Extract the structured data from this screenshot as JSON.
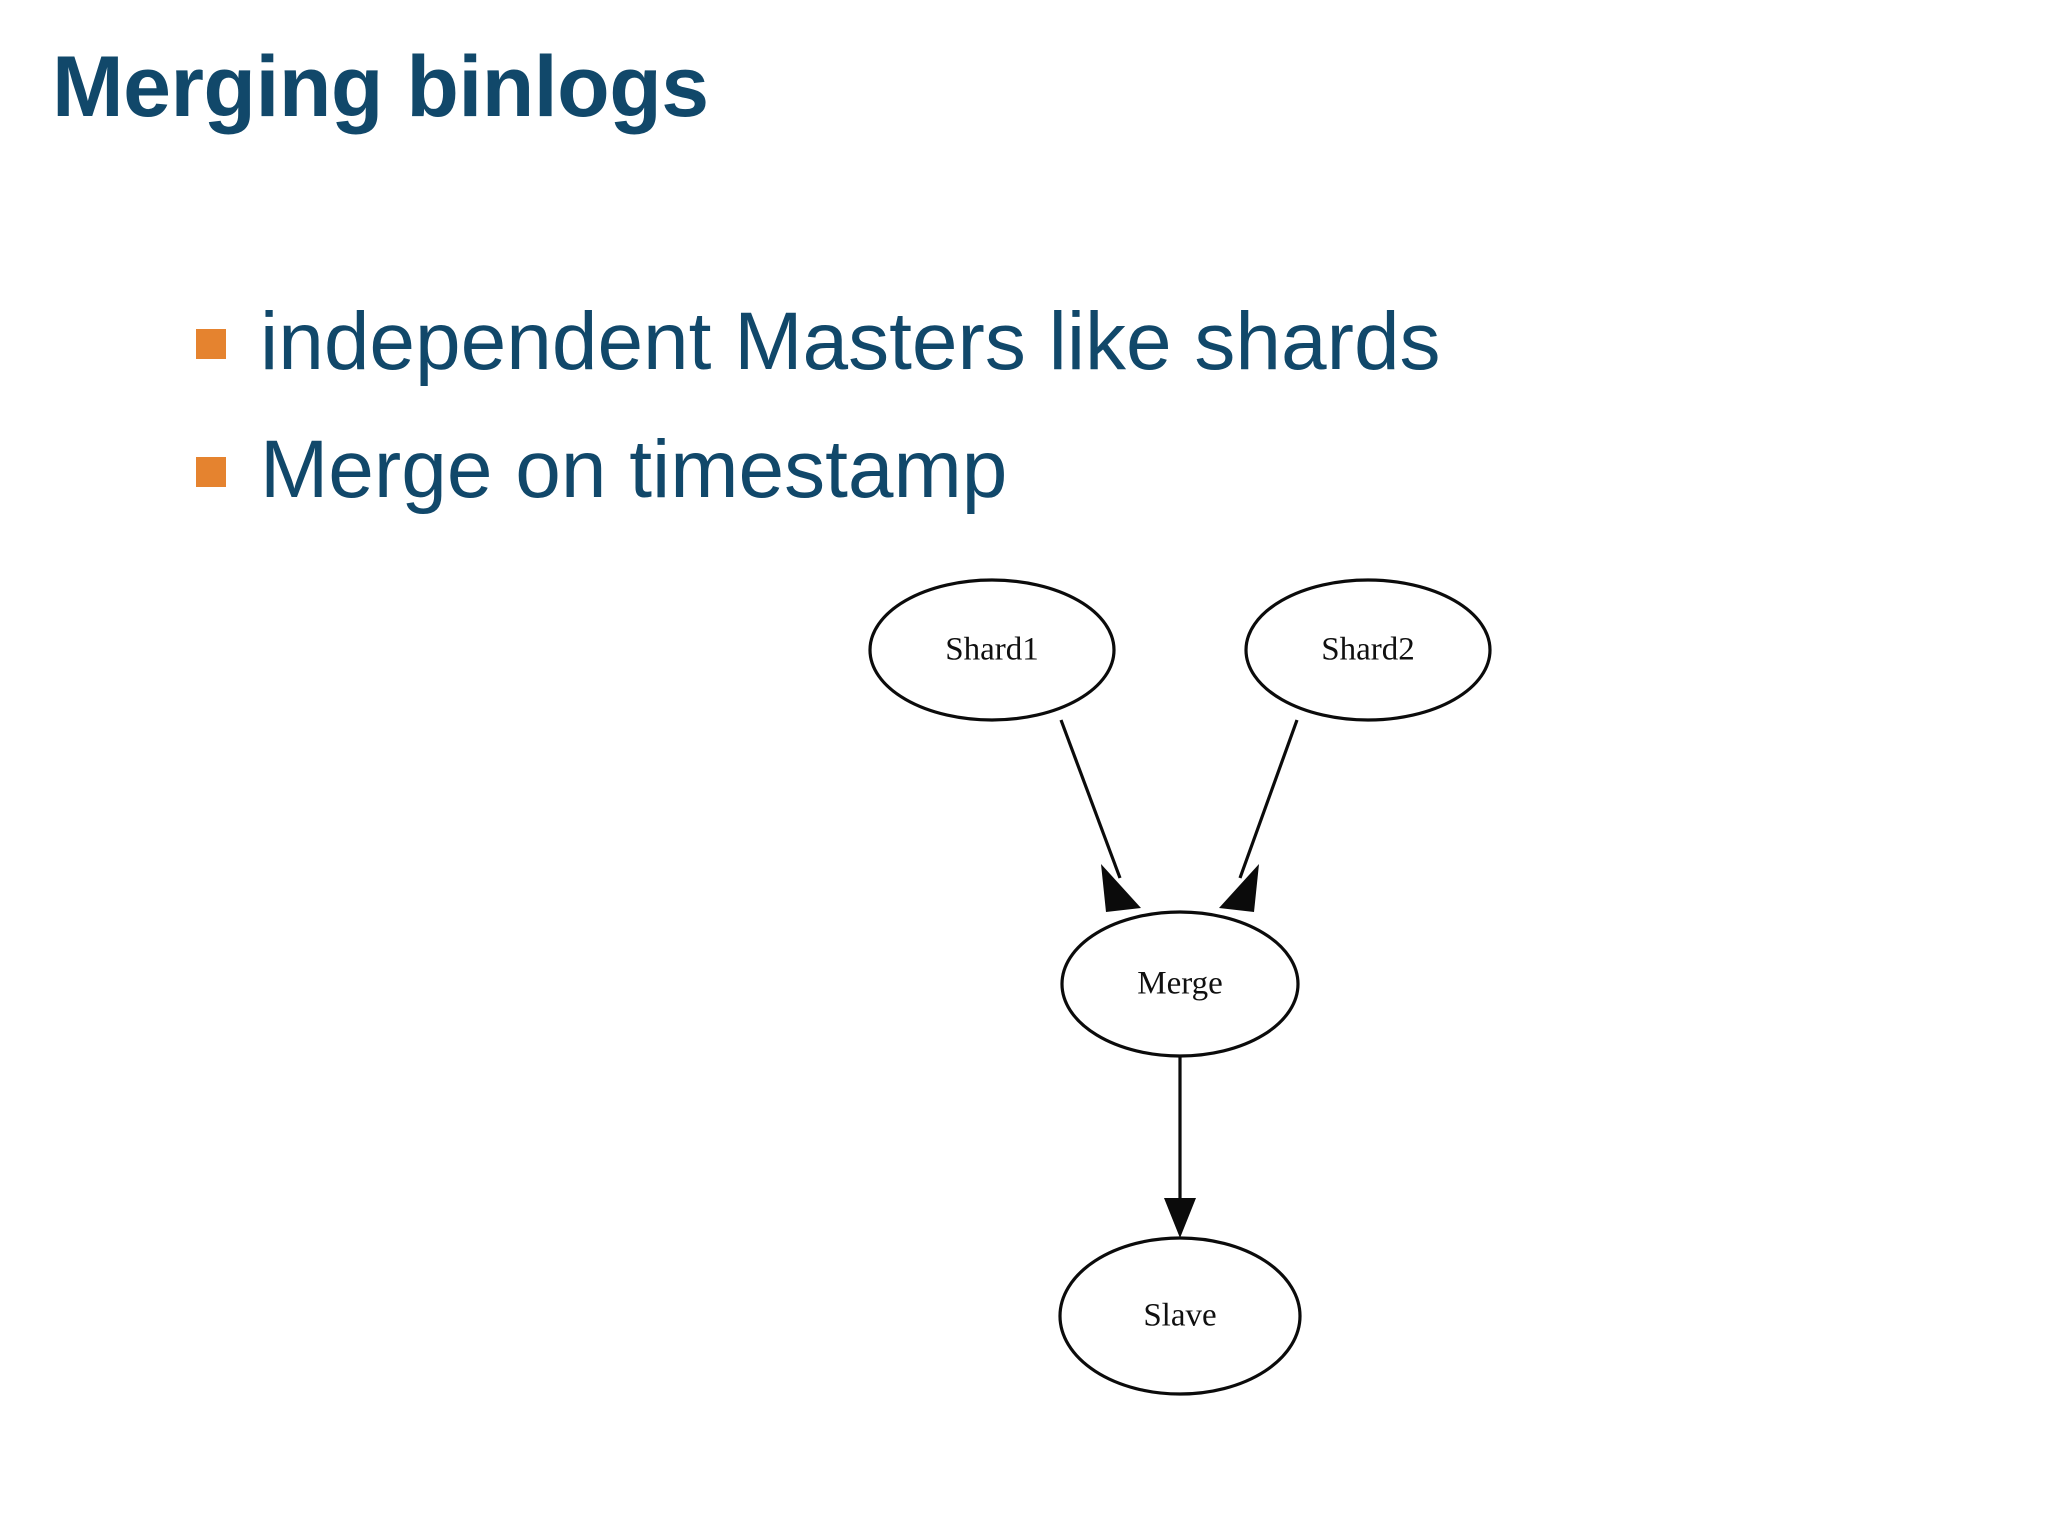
{
  "slide": {
    "title": "Merging binlogs",
    "background_color": "#ffffff",
    "accent_text_color": "#11486a",
    "bullet_marker_color": "#e5832f",
    "bullets": [
      {
        "label": "independent Masters like shards"
      },
      {
        "label": "Merge on timestamp"
      }
    ]
  },
  "diagram": {
    "type": "flow-graph",
    "nodes": [
      {
        "id": "shard1",
        "label": "Shard1"
      },
      {
        "id": "shard2",
        "label": "Shard2"
      },
      {
        "id": "merge",
        "label": "Merge"
      },
      {
        "id": "slave",
        "label": "Slave"
      }
    ],
    "edges": [
      {
        "from": "shard1",
        "to": "merge"
      },
      {
        "from": "shard2",
        "to": "merge"
      },
      {
        "from": "merge",
        "to": "slave"
      }
    ],
    "node_fill": "#ffffff",
    "node_stroke": "#0b0b0b",
    "edge_stroke": "#0b0b0b"
  }
}
